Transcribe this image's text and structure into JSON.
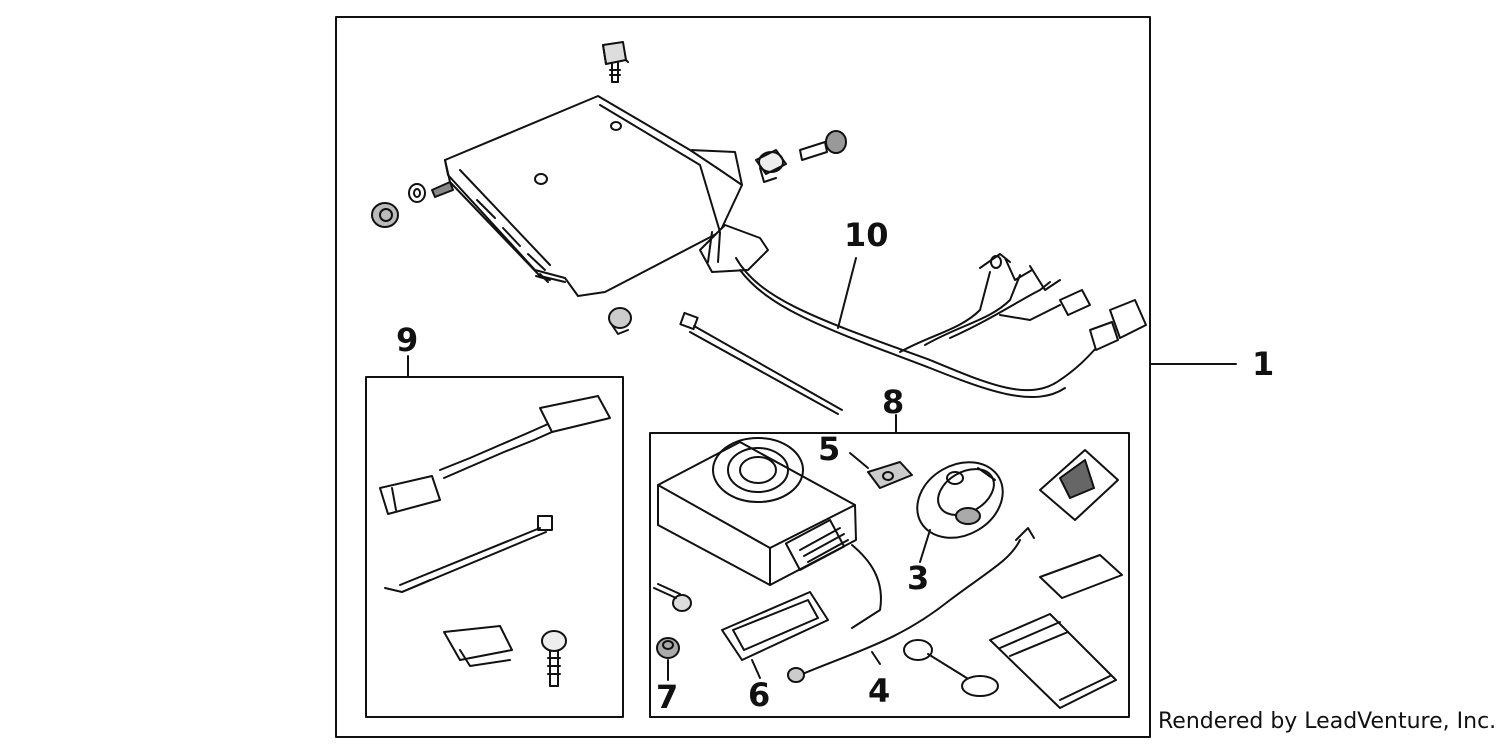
{
  "callouts": {
    "c1": "1",
    "c3": "3",
    "c4": "4",
    "c5": "5",
    "c6": "6",
    "c7": "7",
    "c8": "8",
    "c9": "9",
    "c10": "10"
  },
  "credit": "Rendered by LeadVenture, Inc."
}
